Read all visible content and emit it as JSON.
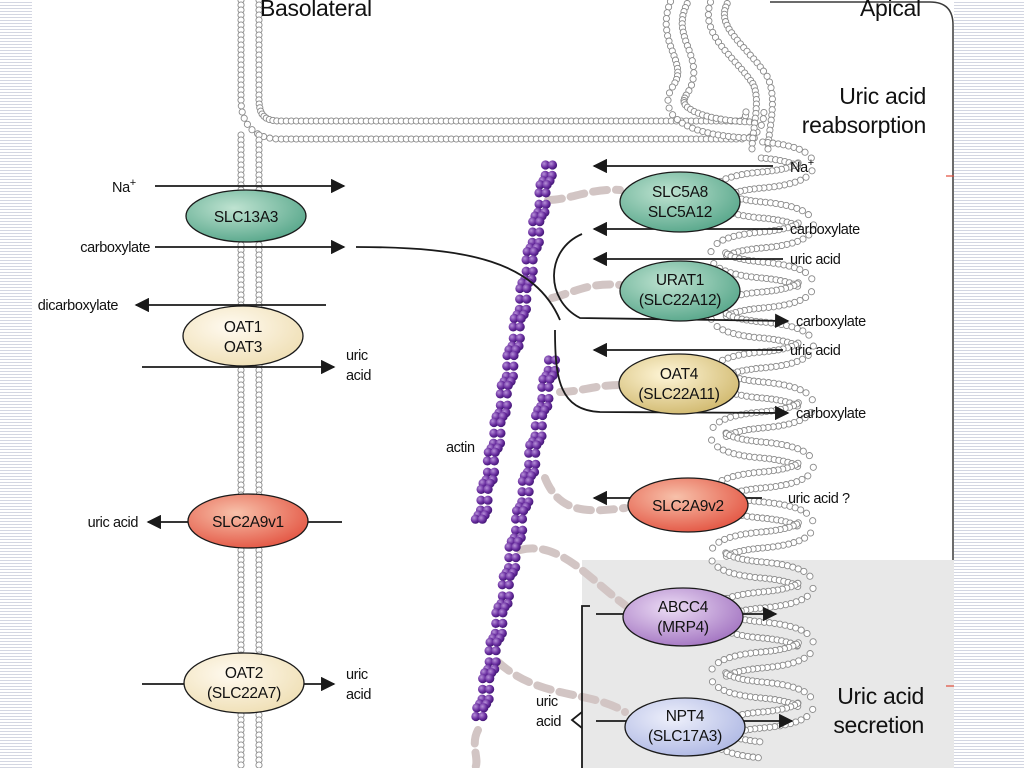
{
  "headings": {
    "basolateral": "Basolateral",
    "apical": "Apical",
    "reabsorption_line1": "Uric acid",
    "reabsorption_line2": "reabsorption",
    "secretion_line1": "Uric acid",
    "secretion_line2": "secretion"
  },
  "transporters": {
    "slc13a3": {
      "line1": "SLC13A3",
      "line2": "",
      "color": "#4fa285"
    },
    "oat1_oat3": {
      "line1": "OAT1",
      "line2": "OAT3",
      "color": "#f6e6be"
    },
    "slc2a9v1": {
      "line1": "SLC2A9v1",
      "line2": "",
      "color": "#e24d3b"
    },
    "oat2": {
      "line1": "OAT2",
      "line2": "(SLC22A7)",
      "color": "#f6e6be"
    },
    "slc5a8": {
      "line1": "SLC5A8",
      "line2": "SLC5A12",
      "color": "#4fa285"
    },
    "urat1": {
      "line1": "URAT1",
      "line2": "(SLC22A12)",
      "color": "#4fa285"
    },
    "oat4": {
      "line1": "OAT4",
      "line2": "(SLC22A11)",
      "color": "#d4be75"
    },
    "slc2a9v2": {
      "line1": "SLC2A9v2",
      "line2": "",
      "color": "#e24d3b"
    },
    "abcc4": {
      "line1": "ABCC4",
      "line2": "(MRP4)",
      "color": "#a97cc4"
    },
    "npt4": {
      "line1": "NPT4",
      "line2": "(SLC17A3)",
      "color": "#b6bfe6"
    }
  },
  "labels": {
    "na_left": "Na",
    "na_left_sup": "+",
    "carboxylate_left": "carboxylate",
    "dicarboxylate": "dicarboxylate",
    "uric_acid_oat1_line1": "uric",
    "uric_acid_oat1_line2": "acid",
    "uric_acid_slc2a9v1": "uric acid",
    "uric_acid_oat2_line1": "uric",
    "uric_acid_oat2_line2": "acid",
    "actin": "actin",
    "na_right": "Na",
    "na_right_sup": "+",
    "carboxylate_in": "carboxylate",
    "uric_acid_urat1": "uric acid",
    "carboxylate_out_urat1": "carboxylate",
    "uric_acid_oat4": "uric acid",
    "carboxylate_out_oat4": "carboxylate",
    "uric_acid_slc2a9v2": "uric acid ?",
    "uric_acid_secretion_line1": "uric",
    "uric_acid_secretion_line2": "acid"
  },
  "colors": {
    "membrane": "#8a8a8a",
    "actin": "#6a2ea0",
    "linker": "#d2c5c4",
    "secretion_panel": "#e8e8e8",
    "stripes": "#d3d6e2"
  }
}
